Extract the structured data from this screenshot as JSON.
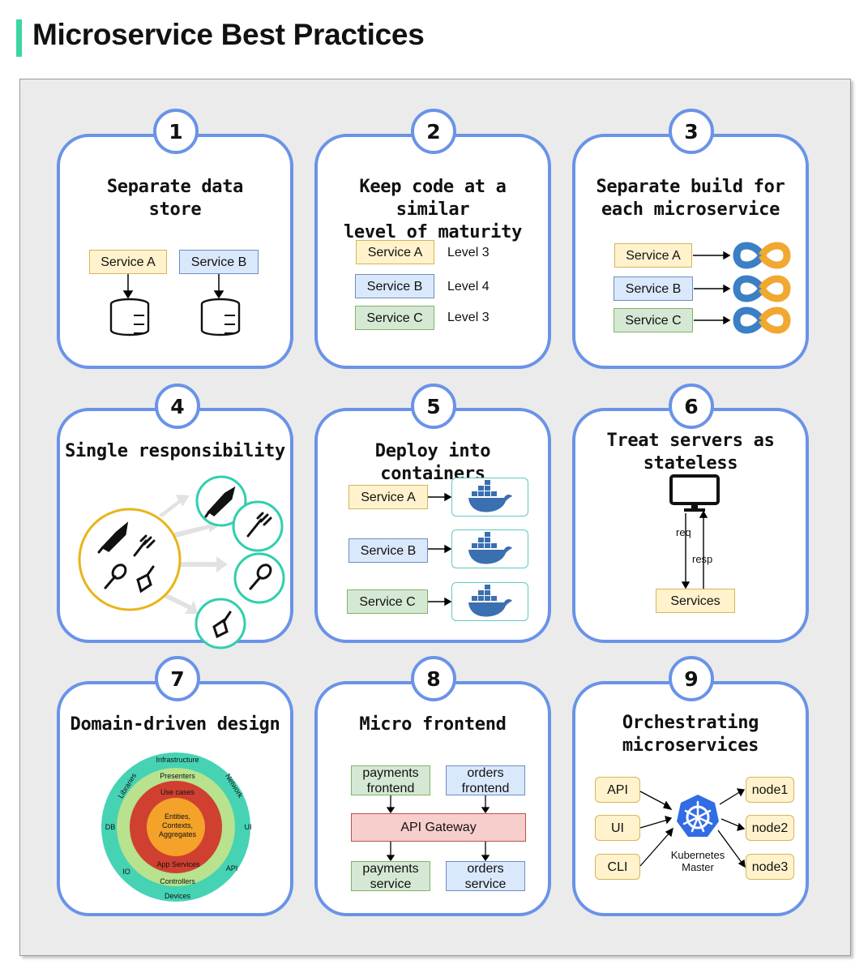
{
  "title": "Microservice Best Practices",
  "colors": {
    "accent": "#3dd6a3",
    "card_border": "#6a93e8",
    "yellow": "#fff2cc",
    "blue": "#dae8fc",
    "green": "#d5e8d4",
    "red": "#f8cecc"
  },
  "cards": [
    {
      "num": "1",
      "title_l1": "Separate data",
      "title_l2": "store",
      "service_a": "Service A",
      "service_b": "Service B",
      "icon": "database-icon"
    },
    {
      "num": "2",
      "title_l1": "Keep code at a similar",
      "title_l2": "level of maturity",
      "rows": [
        {
          "service": "Service A",
          "level": "Level 3"
        },
        {
          "service": "Service B",
          "level": "Level 4"
        },
        {
          "service": "Service C",
          "level": "Level 3"
        }
      ]
    },
    {
      "num": "3",
      "title_l1": "Separate build for",
      "title_l2": "each microservice",
      "services": [
        "Service A",
        "Service B",
        "Service C"
      ],
      "icon": "ci-cd-loop-icon"
    },
    {
      "num": "4",
      "title": "Single responsibility",
      "items": [
        "knife",
        "fork",
        "spoon",
        "broom"
      ]
    },
    {
      "num": "5",
      "title": "Deploy into containers",
      "services": [
        "Service A",
        "Service B",
        "Service C"
      ],
      "icon": "docker-whale-icon"
    },
    {
      "num": "6",
      "title_l1": "Treat servers as",
      "title_l2": "stateless",
      "req": "req",
      "resp": "resp",
      "services": "Services",
      "icon": "monitor-icon"
    },
    {
      "num": "7",
      "title": "Domain-driven design",
      "rings": {
        "infrastructure": "Infrastructure",
        "presenters": "Presenters",
        "use_cases": "Use cases",
        "core_l1": "Entities,",
        "core_l2": "Contexts,",
        "core_l3": "Aggregates",
        "app_services": "App Services",
        "controllers": "Controllers",
        "devices": "Devices",
        "libraries": "Libraries",
        "network": "Network",
        "db": "DB",
        "ui": "UI",
        "io": "IO",
        "api": "API"
      }
    },
    {
      "num": "8",
      "title": "Micro frontend",
      "payments_frontend_l1": "payments",
      "payments_frontend_l2": "frontend",
      "orders_frontend_l1": "orders",
      "orders_frontend_l2": "frontend",
      "gateway": "API Gateway",
      "payments_service_l1": "payments",
      "payments_service_l2": "service",
      "orders_service_l1": "orders",
      "orders_service_l2": "service"
    },
    {
      "num": "9",
      "title_l1": "Orchestrating",
      "title_l2": "microservices",
      "inputs": [
        "API",
        "UI",
        "CLI"
      ],
      "master_l1": "Kubernetes",
      "master_l2": "Master",
      "nodes": [
        "node1",
        "node2",
        "node3"
      ],
      "icon": "kubernetes-icon"
    }
  ]
}
